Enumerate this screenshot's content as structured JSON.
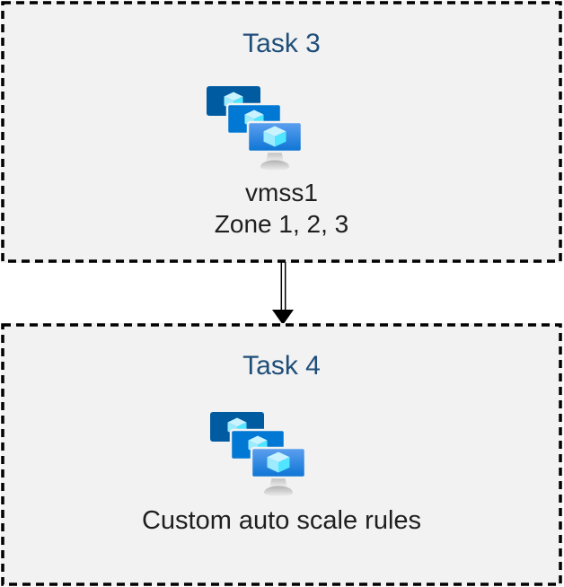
{
  "boxes": [
    {
      "id": "task3",
      "title": "Task 3",
      "icon": "vm-scale-sets-icon",
      "lines": [
        "vmss1",
        "Zone 1, 2, 3"
      ]
    },
    {
      "id": "task4",
      "title": "Task 4",
      "icon": "vm-scale-sets-icon",
      "lines": [
        "Custom auto scale rules"
      ]
    }
  ],
  "connector": {
    "type": "double-line-arrow",
    "direction": "down",
    "color": "#000000"
  },
  "colors": {
    "box_background": "#F2F2F2",
    "box_border": "#000000",
    "title_text": "#1F4E79",
    "body_text": "#1F1F1F",
    "monitor_back": "#005BA1",
    "monitor_middle": "#0078D4",
    "monitor_front_top": "#5EA0EF",
    "monitor_front_bottom": "#0B74D4",
    "cube_top": "#C9F3FF",
    "cube_left": "#9CEBFF",
    "cube_right": "#50E6FF",
    "stand_top": "#B3B3B3",
    "stand_bottom": "#EBEBEB"
  }
}
